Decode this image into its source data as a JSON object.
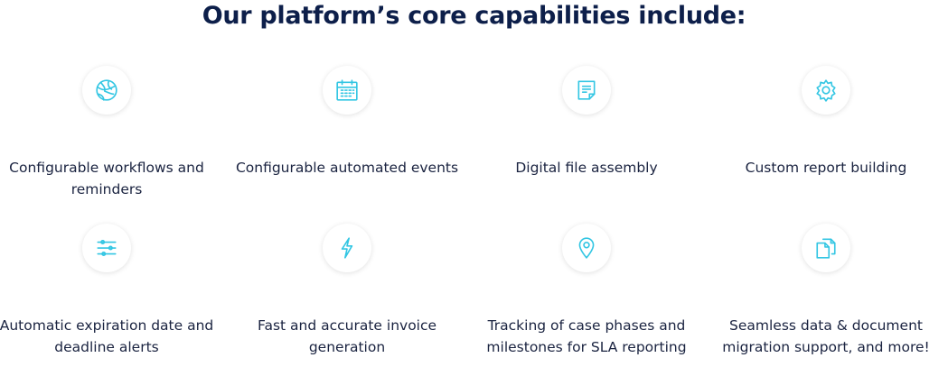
{
  "title": "Our platform’s core capabilities include:",
  "capabilities": [
    {
      "icon": "globe-network-icon",
      "label": "Configurable workflows and reminders"
    },
    {
      "icon": "calendar-icon",
      "label": "Configurable automated events"
    },
    {
      "icon": "document-icon",
      "label": "Digital file assembly"
    },
    {
      "icon": "gear-icon",
      "label": "Custom report building"
    },
    {
      "icon": "sliders-icon",
      "label": "Automatic expiration date and deadline alerts"
    },
    {
      "icon": "lightning-icon",
      "label": "Fast and accurate invoice generation"
    },
    {
      "icon": "location-pin-icon",
      "label": "Tracking of case phases and milestones for SLA reporting"
    },
    {
      "icon": "copy-documents-icon",
      "label": "Seamless data & document migration support, and more!"
    }
  ],
  "accent": "#33c6e3"
}
